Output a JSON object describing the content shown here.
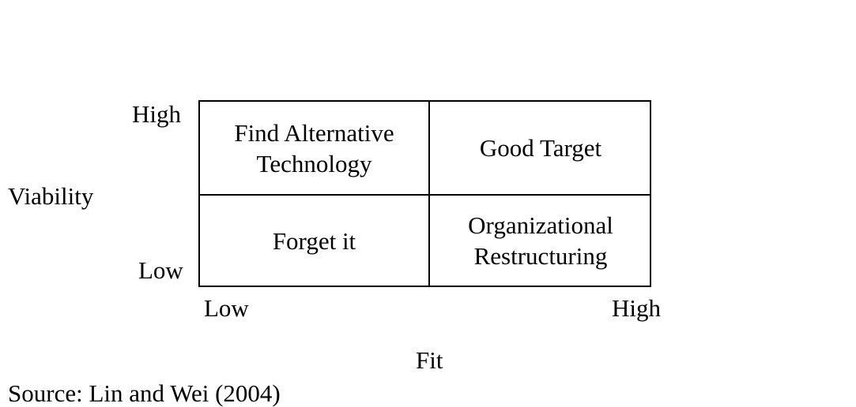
{
  "y_axis": {
    "label": "Viability",
    "high": "High",
    "low": "Low"
  },
  "x_axis": {
    "label": "Fit",
    "low": "Low",
    "high": "High"
  },
  "quadrants": {
    "top_left": {
      "line1": "Find Alternative",
      "line2": "Technology"
    },
    "top_right": {
      "line1": "Good Target"
    },
    "bottom_left": {
      "line1": "Forget it"
    },
    "bottom_right": {
      "line1": "Organizational",
      "line2": "Restructuring"
    }
  },
  "source": "Source: Lin and Wei (2004)"
}
